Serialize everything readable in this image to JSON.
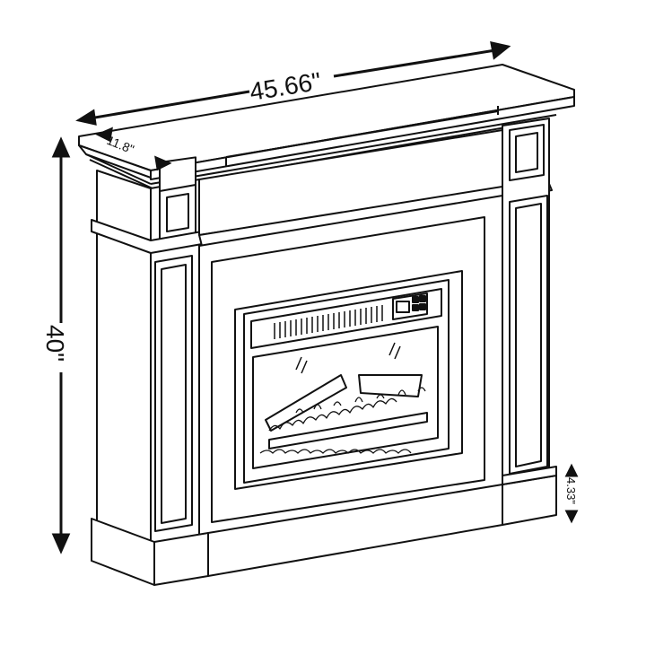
{
  "diagram": {
    "subject": "Electric fireplace mantel",
    "dimensions": {
      "width": "45.66\"",
      "depth": "11.8\"",
      "height": "40\"",
      "base_height": "4.33\""
    }
  },
  "colors": {
    "line": "#111111",
    "background": "#ffffff",
    "glass": "#ffffff"
  }
}
